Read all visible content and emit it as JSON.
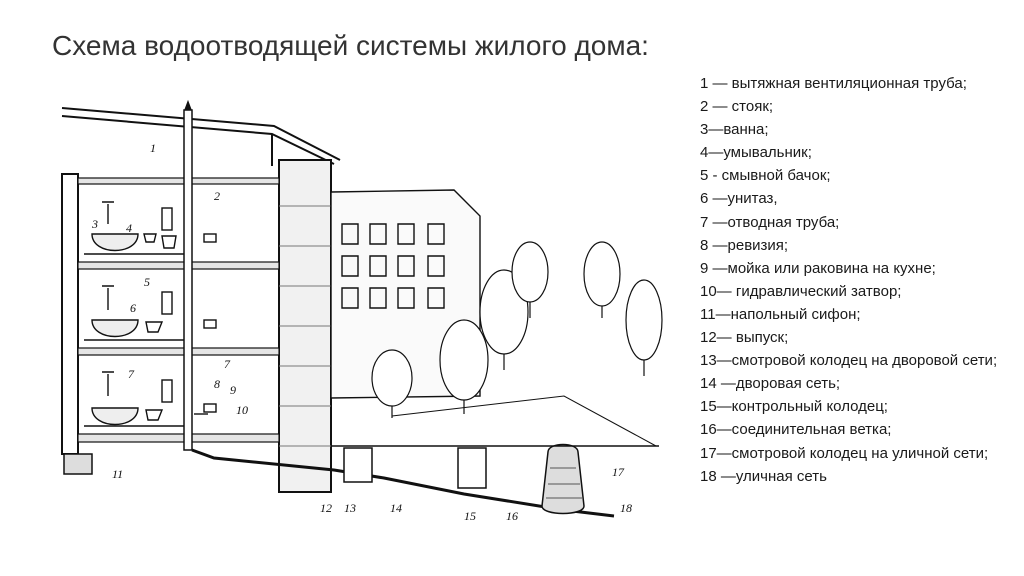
{
  "title": "Схема водоотводящей системы жилого дома:",
  "legend": [
    "1 — вытяжная вентиляционная труба;",
    "2 — стояк;",
    "3—ванна;",
    "4—умывальник;",
    "5 - смывной бачок;",
    "6 —унитаз,",
    "7 —отводная труба;",
    "8 —ревизия;",
    "9 —мойка или раковина на кухне;",
    "10— гидравлический затвор;",
    "11—напольный сифон;",
    "12— выпуск;",
    "13—смотровой колодец на дворовой сети;",
    "14 —дворовая сеть;",
    "15—контрольный колодец;",
    "16—соединительная ветка;",
    "17—смотровой колодец на уличной сети;",
    "18 —уличная сеть"
  ],
  "callouts": [
    "1",
    "2",
    "3",
    "4",
    "5",
    "6",
    "7",
    "7",
    "8",
    "9",
    "10",
    "11",
    "12",
    "13",
    "14",
    "15",
    "16",
    "17",
    "18"
  ]
}
